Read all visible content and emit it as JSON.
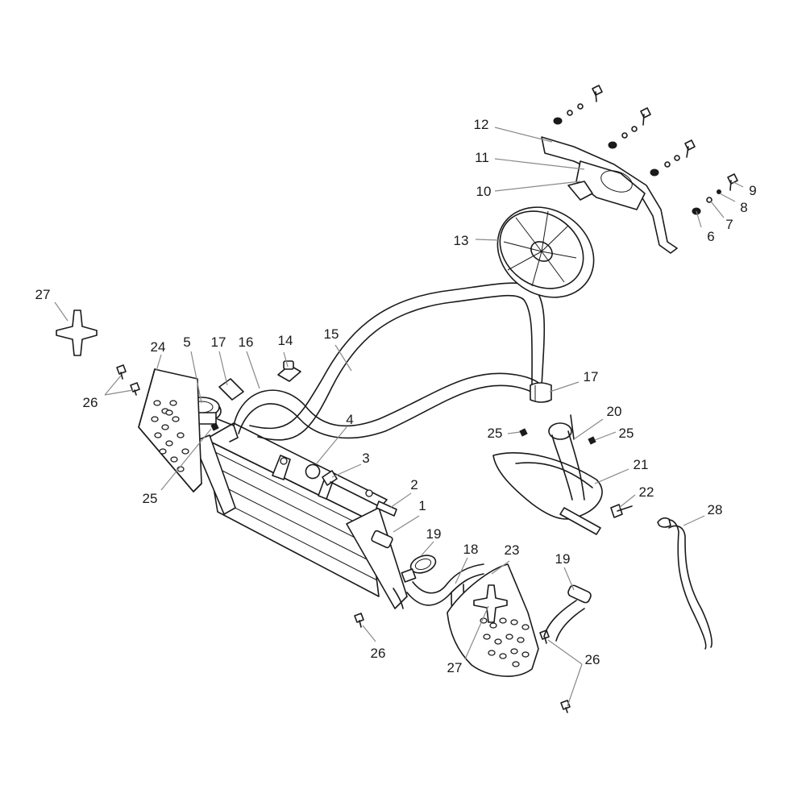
{
  "diagram": {
    "callouts": {
      "c1": "1",
      "c2": "2",
      "c3": "3",
      "c4": "4",
      "c5": "5",
      "c6": "6",
      "c7": "7",
      "c8": "8",
      "c9": "9",
      "c10": "10",
      "c11": "11",
      "c12": "12",
      "c13": "13",
      "c14": "14",
      "c15": "15",
      "c16": "16",
      "c17a": "17",
      "c17b": "17",
      "c18": "18",
      "c19a": "19",
      "c19b": "19",
      "c20": "20",
      "c21": "21",
      "c22": "22",
      "c23": "23",
      "c24": "24",
      "c25a": "25",
      "c25b": "25",
      "c25c": "25",
      "c26a": "26",
      "c26b": "26",
      "c26c": "26",
      "c27a": "27",
      "c27b": "27",
      "c28": "28"
    }
  }
}
